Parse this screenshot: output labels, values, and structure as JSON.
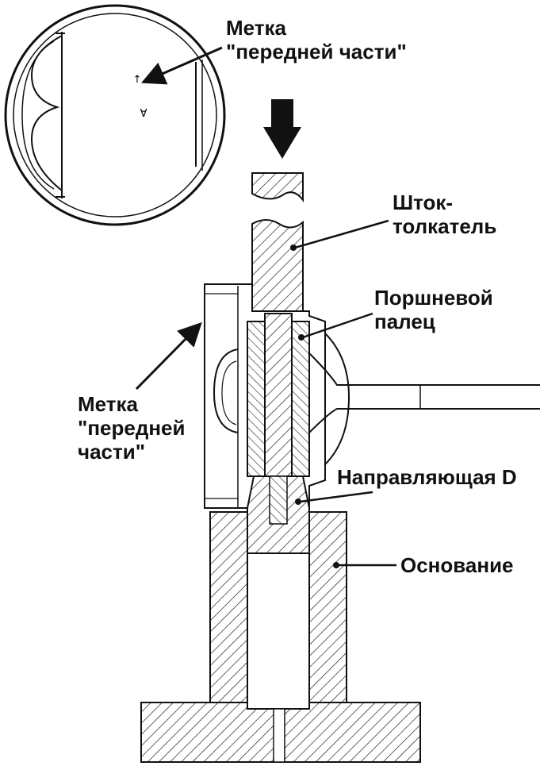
{
  "labels": {
    "top_mark_line1": "Метка",
    "top_mark_line2": "\"передней части\"",
    "pusher_line1": "Шток-",
    "pusher_line2": "толкатель",
    "pin_line1": "Поршневой",
    "pin_line2": "палец",
    "side_mark_line1": "Метка",
    "side_mark_line2": "\"передней",
    "side_mark_line3": "части\"",
    "guide": "Направляющая D",
    "base": "Основание"
  },
  "piston_top_marks": {
    "arrow": "↑",
    "letter": "A"
  }
}
